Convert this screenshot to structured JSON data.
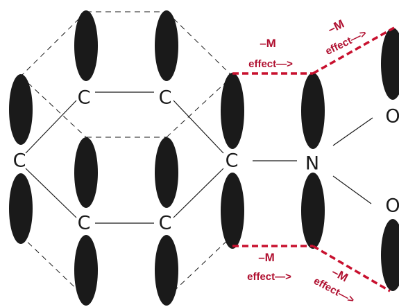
{
  "atoms": {
    "c_top_left": "C",
    "c_top_right": "C",
    "c_left": "C",
    "c_right": "C",
    "c_bottom_left": "C",
    "c_bottom_right": "C",
    "nitrogen": "N",
    "oxygen_top": "O",
    "oxygen_bottom": "O"
  },
  "annotations": {
    "top_left": {
      "m": "–M",
      "effect": "effect—>"
    },
    "top_right": {
      "m": "–M",
      "effect": "effect—>"
    },
    "bottom_left": {
      "m": "–M",
      "effect": "effect—>"
    },
    "bottom_right": {
      "m": "–M",
      "effect": "effect—>"
    }
  },
  "colors": {
    "orbital": "#1a1a1a",
    "bond": "#1a1a1a",
    "effect": "#c8102e",
    "effect_text": "#b01030"
  },
  "orbital_shape": "p-orbital-lobe"
}
